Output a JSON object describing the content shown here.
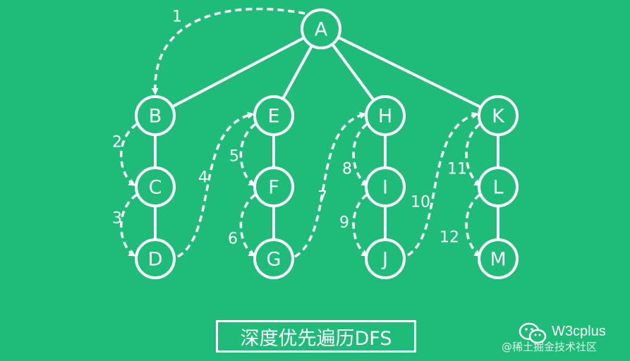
{
  "nodes": [
    {
      "id": "A",
      "label": "A"
    },
    {
      "id": "B",
      "label": "B"
    },
    {
      "id": "C",
      "label": "C"
    },
    {
      "id": "D",
      "label": "D"
    },
    {
      "id": "E",
      "label": "E"
    },
    {
      "id": "F",
      "label": "F"
    },
    {
      "id": "G",
      "label": "G"
    },
    {
      "id": "H",
      "label": "H"
    },
    {
      "id": "I",
      "label": "I"
    },
    {
      "id": "J",
      "label": "J"
    },
    {
      "id": "K",
      "label": "K"
    },
    {
      "id": "L",
      "label": "L"
    },
    {
      "id": "M",
      "label": "M"
    }
  ],
  "edges": [
    {
      "from": "A",
      "to": "B"
    },
    {
      "from": "A",
      "to": "E"
    },
    {
      "from": "A",
      "to": "H"
    },
    {
      "from": "A",
      "to": "K"
    },
    {
      "from": "B",
      "to": "C"
    },
    {
      "from": "C",
      "to": "D"
    },
    {
      "from": "E",
      "to": "F"
    },
    {
      "from": "F",
      "to": "G"
    },
    {
      "from": "H",
      "to": "I"
    },
    {
      "from": "I",
      "to": "J"
    },
    {
      "from": "K",
      "to": "L"
    },
    {
      "from": "L",
      "to": "M"
    }
  ],
  "traversal_steps": [
    {
      "label": "1",
      "from": "A",
      "to": "B"
    },
    {
      "label": "2",
      "from": "B",
      "to": "C"
    },
    {
      "label": "3",
      "from": "C",
      "to": "D"
    },
    {
      "label": "4",
      "from": "D",
      "to": "E"
    },
    {
      "label": "5",
      "from": "E",
      "to": "F"
    },
    {
      "label": "6",
      "from": "F",
      "to": "G"
    },
    {
      "label": "7",
      "from": "G",
      "to": "H"
    },
    {
      "label": "8",
      "from": "H",
      "to": "I"
    },
    {
      "label": "9",
      "from": "I",
      "to": "J"
    },
    {
      "label": "10",
      "from": "J",
      "to": "K"
    },
    {
      "label": "11",
      "from": "K",
      "to": "L"
    },
    {
      "label": "12",
      "from": "L",
      "to": "M"
    }
  ],
  "caption": "深度优先遍历DFS",
  "watermark": {
    "name": "W3cplus",
    "sub": "@稀土掘金技术社区",
    "logo_icon": "wechat-icon"
  },
  "colors": {
    "background": "#1ebc78",
    "foreground": "#ffffff"
  }
}
